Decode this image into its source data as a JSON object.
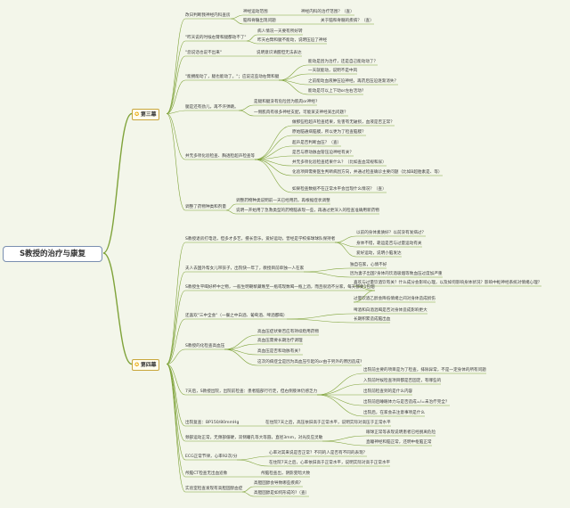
{
  "root": {
    "label": "S教授的治疗与康复"
  },
  "branches": [
    {
      "label": "第三幕",
      "icon": "star-icon"
    },
    {
      "label": "第四幕",
      "icon": "star-icon"
    }
  ],
  "colors": {
    "background": "#f3f6ea",
    "lines": "#7fa33a",
    "branch_border": "#c8a63c"
  },
  "nodes": [
    "改日判断我神经内科查房",
    "神经运动范围",
    "神经内科的治疗范围？（查）",
    "脑和脊髓出现问题",
    "关于脑和脊髓的疾病？（查）",
    "\"昨天说的时候右臂和腿都动不了\"",
    "病人情况一天要有所好转",
    "昨天右臂和腿不能动，说明压迫了神经",
    "\"您说话也说不出来\"",
    "说明意识清醒但无法表达",
    "\"能拥能动了，腿也能动了。\"；应说这些动右臂和腿",
    "能动是因为治疗，还是自己能动动了？",
    "一天就能动，说明不是中风",
    "之前能动血液肿压迫神经，再药后压迫逐渐消失？",
    "能动是可以上下动or左右活动?",
    "腿是还有劲儿，再不许弹跳。",
    "是腿和腿没有危险因为肌肉or神经?",
    "一侧肌肉有很多神经支配，可能某支神经某出问题？",
    "并无多项化验检查、胸透检超声检查等",
    "做那些检超声检查结果，危害有无破损，血液是否正常？",
    "原始脑通病脑膜，所以更为了检查脑膜？",
    "超声是否判断血压？（查）",
    "是否与原动脉血管压迫神经有关？",
    "并无多项化验检查结果什么？（比如查血常规和尿）",
    "化验项目需要医生判断病因方向，并通过检查确诊主要问题（比如B超胎素是、等）",
    "如果检查数据不在正常水平会出现什么情况？（查）",
    "调整了药物种类和剂量",
    "调整药物种类说明前一天已经用药，再根据症状调整",
    "说明一开始用了急救类型的药物脑表现一些，再通过更深入的检查准确用新药物",
    "S教授退房打电话，但多才多艺，擅长音乐，爱好运动，曾经是学校排球球队保持者",
    "以前的身体素质好？以前没有发病过？",
    "身体不错，靠运是否与过量运动有关",
    "爱好运动，说明小脑发达",
    "夫人去国外帮女儿带孩子，出院快一年了，教授目前单独一人在家",
    "独自在家，心情不好",
    "因为妻子出国?身体的饮酒吸烟等致血压过度加严重",
    "S教授生平喝好杯中之物，一般生明朝黎藏晚至一瓶或现数喝一瓶上酒，而且很酒不分家，每天都要1包烟",
    "喜欢与过量饮酒饮有关？什么成分会影响心理，以及如何影响身体状况？影响中枢神经系统对情绪心理？",
    "过量饮酒乙醇会降低情绪之间对身体造成损伤",
    "还喜欢\"三中全会\"（一餐之中白酒、葡萄酒、啤酒都喝）",
    "啤酒和白酒混喝是否对身体造成影响更大",
    "长期积累造成脑出血",
    "S教授的化检查高血压",
    "高血压症状要否应有持续稳用药物",
    "高血压需要长期治疗调理",
    "高血压是否和动脉有关？",
    "这次的病症全是因为高血压引起的or由于另外的原因造成?",
    "7天后，S教授出院，出院前检查：患者脑部行行走，但右侧肢体仍感乏力",
    "出院前主要的项目是为了检查，排除异常，不是一定身体的所有问题",
    "入院前时候检查项目都是否固定，有哪些的",
    "出院前检查到的是什么内容",
    "出院前后睡眠体力与是否造成=/=未治疗完全？",
    "出院后，在家会去注意事项是什么",
    "出院复查：BP150/80mmHg",
    "在住院7天之后，高压依旧高于正常水平，说明实际对高压于正常水平",
    "颈部运动正常，无颈部僵硬，双侧瞳孔等大等圆，直径3mm，对光反应灵敏",
    "眼球正常等表现说明患者已经脱离危险",
    "直瞳神经和脑正常，还明中枢脑正常",
    "ECG正常节律，心率92次/分",
    "心率对其来说是否正常？不同的人是否有不同的表现？",
    "在住院7天之后，心率依旧高于正常水平，说明实际对高于正常水平",
    "颅脑CT检查无出血迹象",
    "颅脑检查出，阴影变暗大致",
    "实验室检查发现有高胆固醇血症",
    "高胆固醇会导致哪些疾病？",
    "高胆固醇是如何形成的?（查）"
  ]
}
